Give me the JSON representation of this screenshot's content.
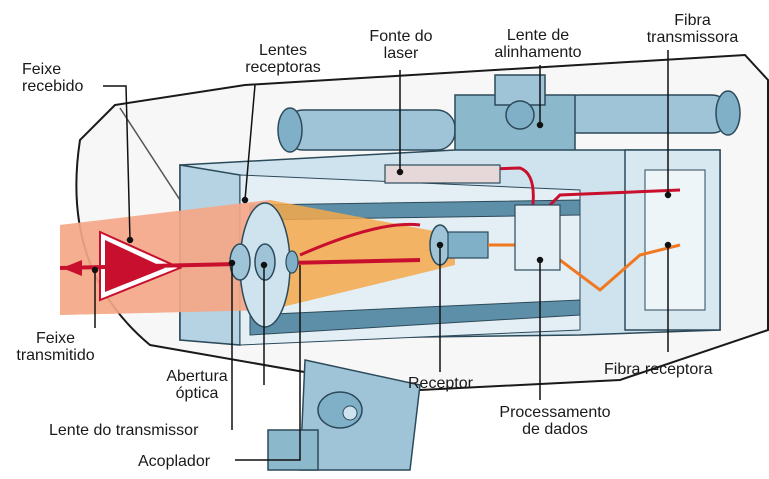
{
  "labels": {
    "feixe_recebido": "Feixe\nrecebido",
    "lentes_receptoras": "Lentes\nreceptoras",
    "fonte_do_laser": "Fonte do\nlaser",
    "lente_de_alinhamento": "Lente de\nalinhamento",
    "fibra_transmissora": "Fibra\ntransmissora",
    "feixe_transmitido": "Feixe\ntransmitido",
    "abertura_optica": "Abertura\nóptica",
    "lente_do_transmissor": "Lente do transmissor",
    "acoplador": "Acoplador",
    "receptor": "Receptor",
    "processamento_de_dados": "Processamento\nde dados",
    "fibra_receptora": "Fibra receptora"
  },
  "colors": {
    "housing": "#f7f7f7",
    "housing_outline": "#1a1a1a",
    "metal": "#9fc4d8",
    "metal_dark": "#5e8fa8",
    "beam_received": "#f4a84a",
    "beam_transmitted": "#c8102e",
    "beam_pink": "#f7a6c8"
  }
}
